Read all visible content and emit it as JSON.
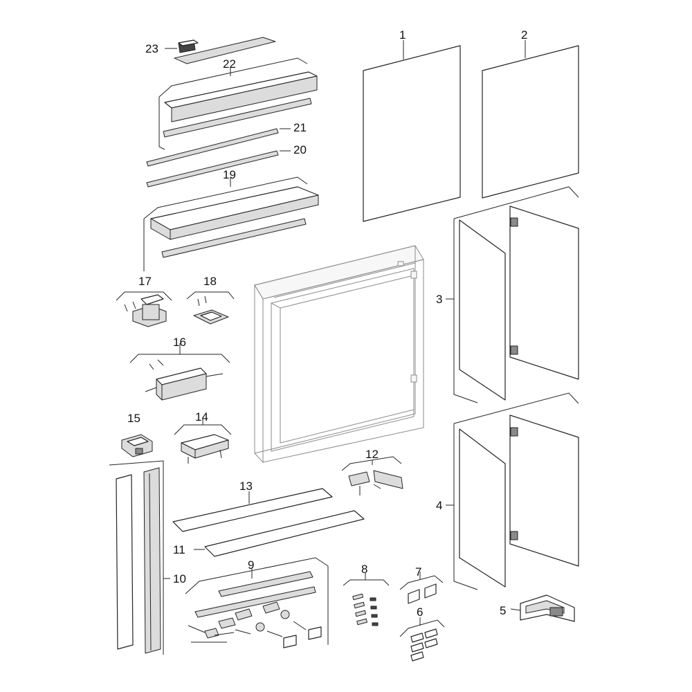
{
  "labels": {
    "p1": "1",
    "p2": "2",
    "p3": "3",
    "p4": "4",
    "p5": "5",
    "p6": "6",
    "p7": "7",
    "p8": "8",
    "p9": "9",
    "p10": "10",
    "p11": "11",
    "p12": "12",
    "p13": "13",
    "p14": "14",
    "p15": "15",
    "p16": "16",
    "p17": "17",
    "p18": "18",
    "p19": "19",
    "p20": "20",
    "p21": "21",
    "p22": "22",
    "p23": "23"
  }
}
